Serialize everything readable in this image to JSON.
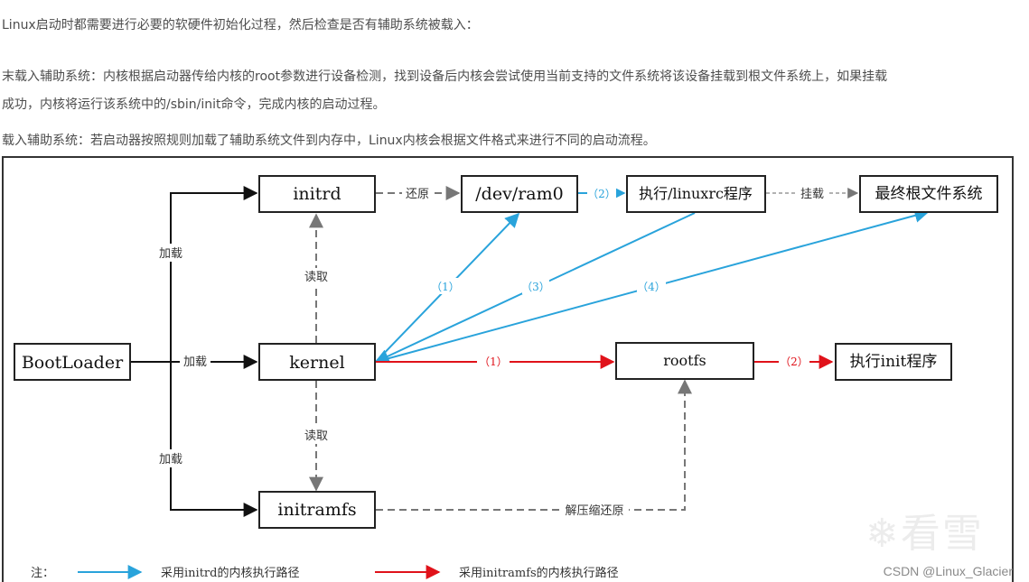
{
  "article": {
    "intro": "Linux启动时都需要进行必要的软硬件初始化过程，然后检查是否有辅助系统被载入：",
    "no_aux_line1": "末载入辅助系统：内核根据启动器传给内核的root参数进行设备检测，找到设备后内核会尝试使用当前支持的文件系统将该设备挂载到根文件系统上，如果挂载",
    "no_aux_line2": "成功，内核将运行该系统中的/sbin/init命令，完成内核的启动过程。",
    "with_aux": "载入辅助系统：若启动器按照规则加载了辅助系统文件到内存中，Linux内核会根据文件格式来进行不同的启动流程。"
  },
  "diagram": {
    "nodes": {
      "bootloader": "BootLoader",
      "initrd": "initrd",
      "devram0": "/dev/ram0",
      "linuxrc": "执行/linuxrc程序",
      "final_rootfs": "最终根文件系统",
      "kernel": "kernel",
      "rootfs": "rootfs",
      "exec_init": "执行init程序",
      "initramfs": "initramfs"
    },
    "edge_labels": {
      "load_initrd": "加载",
      "load_kernel": "加载",
      "load_initramfs": "加载",
      "read_initrd": "读取",
      "read_initramfs": "读取",
      "restore": "还原",
      "mount": "挂载",
      "decompress": "解压缩还原",
      "blue_1": "（1）",
      "blue_2": "（2）",
      "blue_3": "（3）",
      "blue_4": "（4）",
      "red_1": "（1）",
      "red_2": "（2）"
    },
    "legend": {
      "title": "注：",
      "blue_label": "采用initrd的内核执行路径",
      "red_label": "采用initramfs的内核执行路径"
    },
    "colors": {
      "blue": "#29a3db",
      "red": "#e0121a",
      "gray": "#777777",
      "black": "#111111"
    }
  },
  "watermark": {
    "logo_text": "看雪",
    "credit": "CSDN @Linux_Glacier"
  }
}
